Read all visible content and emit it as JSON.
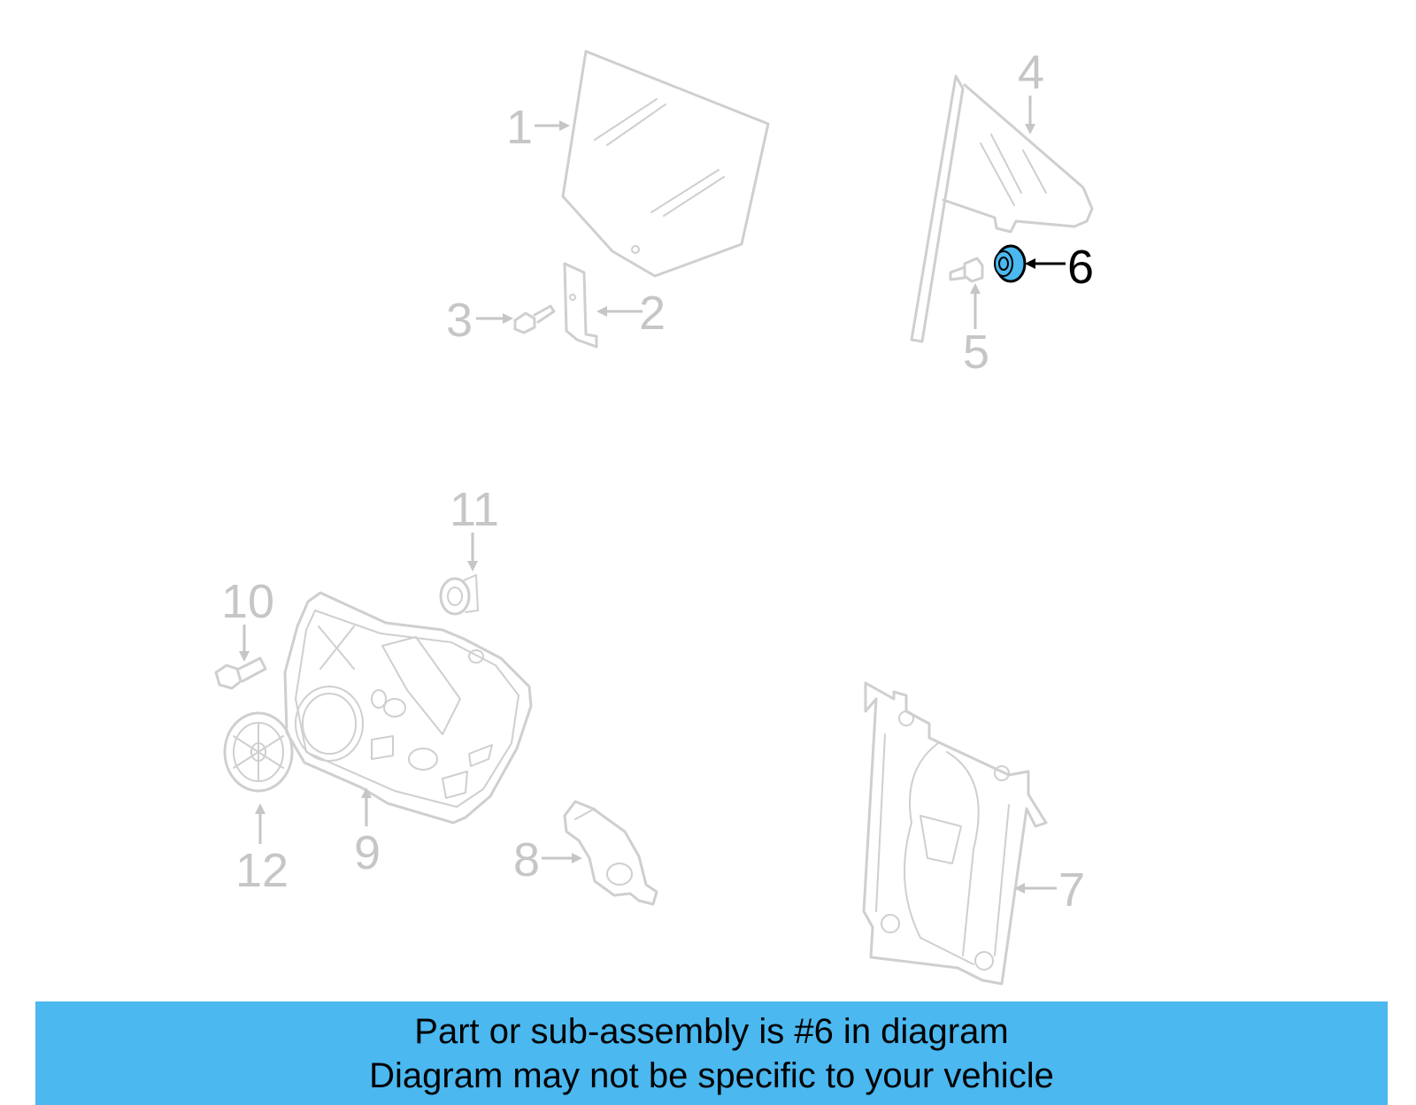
{
  "callouts": {
    "c1": "1",
    "c2": "2",
    "c3": "3",
    "c4": "4",
    "c5": "5",
    "c6": "6",
    "c7": "7",
    "c8": "8",
    "c9": "9",
    "c10": "10",
    "c11": "11",
    "c12": "12"
  },
  "highlighted_part": "6",
  "colors": {
    "highlight": "#4bb8f0",
    "banner": "#4bb8f0",
    "inactive": "#c6c6c6",
    "active": "#000000"
  },
  "banner": {
    "line1": "Part or sub-assembly is #6 in diagram",
    "line2": "Diagram may not be specific to your vehicle"
  }
}
